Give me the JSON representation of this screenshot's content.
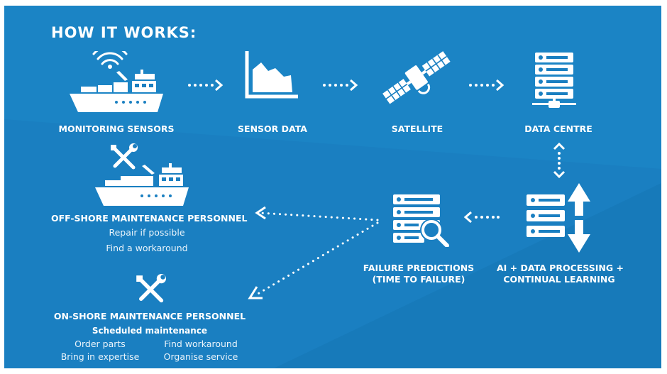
{
  "title": "HOW IT WORKS:",
  "colors": {
    "background": "#1a7fc1",
    "foreground": "#ffffff"
  },
  "steps": {
    "monitoring": {
      "label": "MONITORING SENSORS",
      "icon": "ship-with-signal-icon"
    },
    "sensor_data": {
      "label": "SENSOR DATA",
      "icon": "area-chart-icon"
    },
    "satellite": {
      "label": "SATELLITE",
      "icon": "satellite-icon"
    },
    "data_centre": {
      "label": "DATA CENTRE",
      "icon": "server-stack-icon"
    },
    "ai_processing": {
      "label_line1": "AI + DATA PROCESSING +",
      "label_line2": "CONTINUAL LEARNING",
      "icon": "server-up-down-arrows-icon"
    },
    "failure_predictions": {
      "label_line1": "FAILURE PREDICTIONS",
      "label_line2": "(TIME TO FAILURE)",
      "icon": "server-magnifier-icon"
    },
    "offshore": {
      "label": "OFF-SHORE MAINTENANCE PERSONNEL",
      "items": [
        "Repair if possible",
        "Find a workaround"
      ],
      "icon": "ship-with-tools-icon"
    },
    "onshore": {
      "label": "ON-SHORE MAINTENANCE PERSONNEL",
      "subtitle": "Scheduled maintenance",
      "items": [
        "Order parts",
        "Find workaround",
        "Bring in expertise",
        "Organise service"
      ],
      "icon": "wrench-screwdriver-icon"
    }
  }
}
